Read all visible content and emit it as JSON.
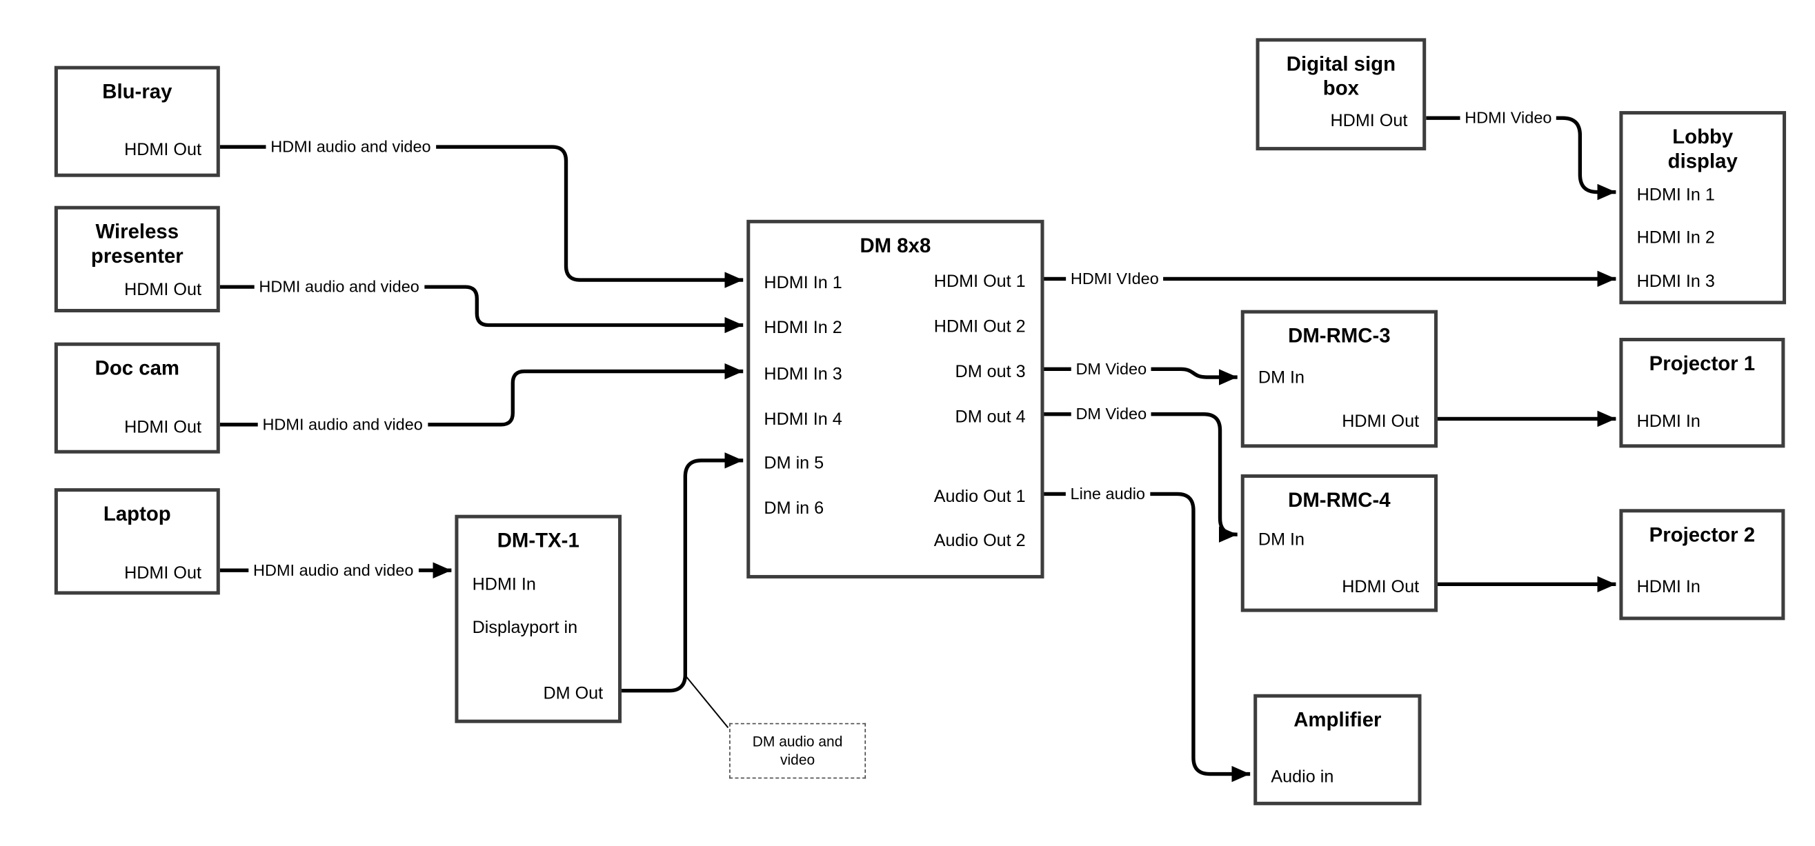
{
  "nodes": [
    {
      "id": "bluray",
      "title": "Blu-ray",
      "ports": [
        "HDMI Out"
      ]
    },
    {
      "id": "wireless",
      "title": "Wireless\npresenter",
      "ports": [
        "HDMI Out"
      ]
    },
    {
      "id": "doccam",
      "title": "Doc cam",
      "ports": [
        "HDMI Out"
      ]
    },
    {
      "id": "laptop",
      "title": "Laptop",
      "ports": [
        "HDMI Out"
      ]
    },
    {
      "id": "dmtx1",
      "title": "DM-TX-1",
      "ports": [
        "HDMI In",
        "Displayport in",
        "DM Out"
      ]
    },
    {
      "id": "dm8x8",
      "title": "DM 8x8",
      "ports": [
        "HDMI In 1",
        "HDMI In 2",
        "HDMI In 3",
        "HDMI In 4",
        "DM in 5",
        "DM in 6",
        "HDMI Out 1",
        "HDMI Out 2",
        "DM out 3",
        "DM out 4",
        "Audio Out 1",
        "Audio Out 2"
      ]
    },
    {
      "id": "digitalsign",
      "title": "Digital sign\nbox",
      "ports": [
        "HDMI Out"
      ]
    },
    {
      "id": "lobby",
      "title": "Lobby\ndisplay",
      "ports": [
        "HDMI In 1",
        "HDMI In 2",
        "HDMI In 3"
      ]
    },
    {
      "id": "dmrmc3",
      "title": "DM-RMC-3",
      "ports": [
        "DM In",
        "HDMI Out"
      ]
    },
    {
      "id": "projector1",
      "title": "Projector 1",
      "ports": [
        "HDMI In"
      ]
    },
    {
      "id": "dmrmc4",
      "title": "DM-RMC-4",
      "ports": [
        "DM In",
        "HDMI Out"
      ]
    },
    {
      "id": "projector2",
      "title": "Projector 2",
      "ports": [
        "HDMI In"
      ]
    },
    {
      "id": "amplifier",
      "title": "Amplifier",
      "ports": [
        "Audio in"
      ]
    }
  ],
  "wire_labels": [
    "HDMI audio and video",
    "HDMI audio and video",
    "HDMI audio and video",
    "HDMI audio and video",
    "HDMI VIdeo",
    "DM Video",
    "DM Video",
    "Line audio",
    "HDMI Video"
  ],
  "note": {
    "text": "DM audio and\nvideo"
  },
  "colors": {
    "background": "#ffffff",
    "box_border": "#3d3d3d",
    "wire": "#000000",
    "text": "#000000"
  }
}
